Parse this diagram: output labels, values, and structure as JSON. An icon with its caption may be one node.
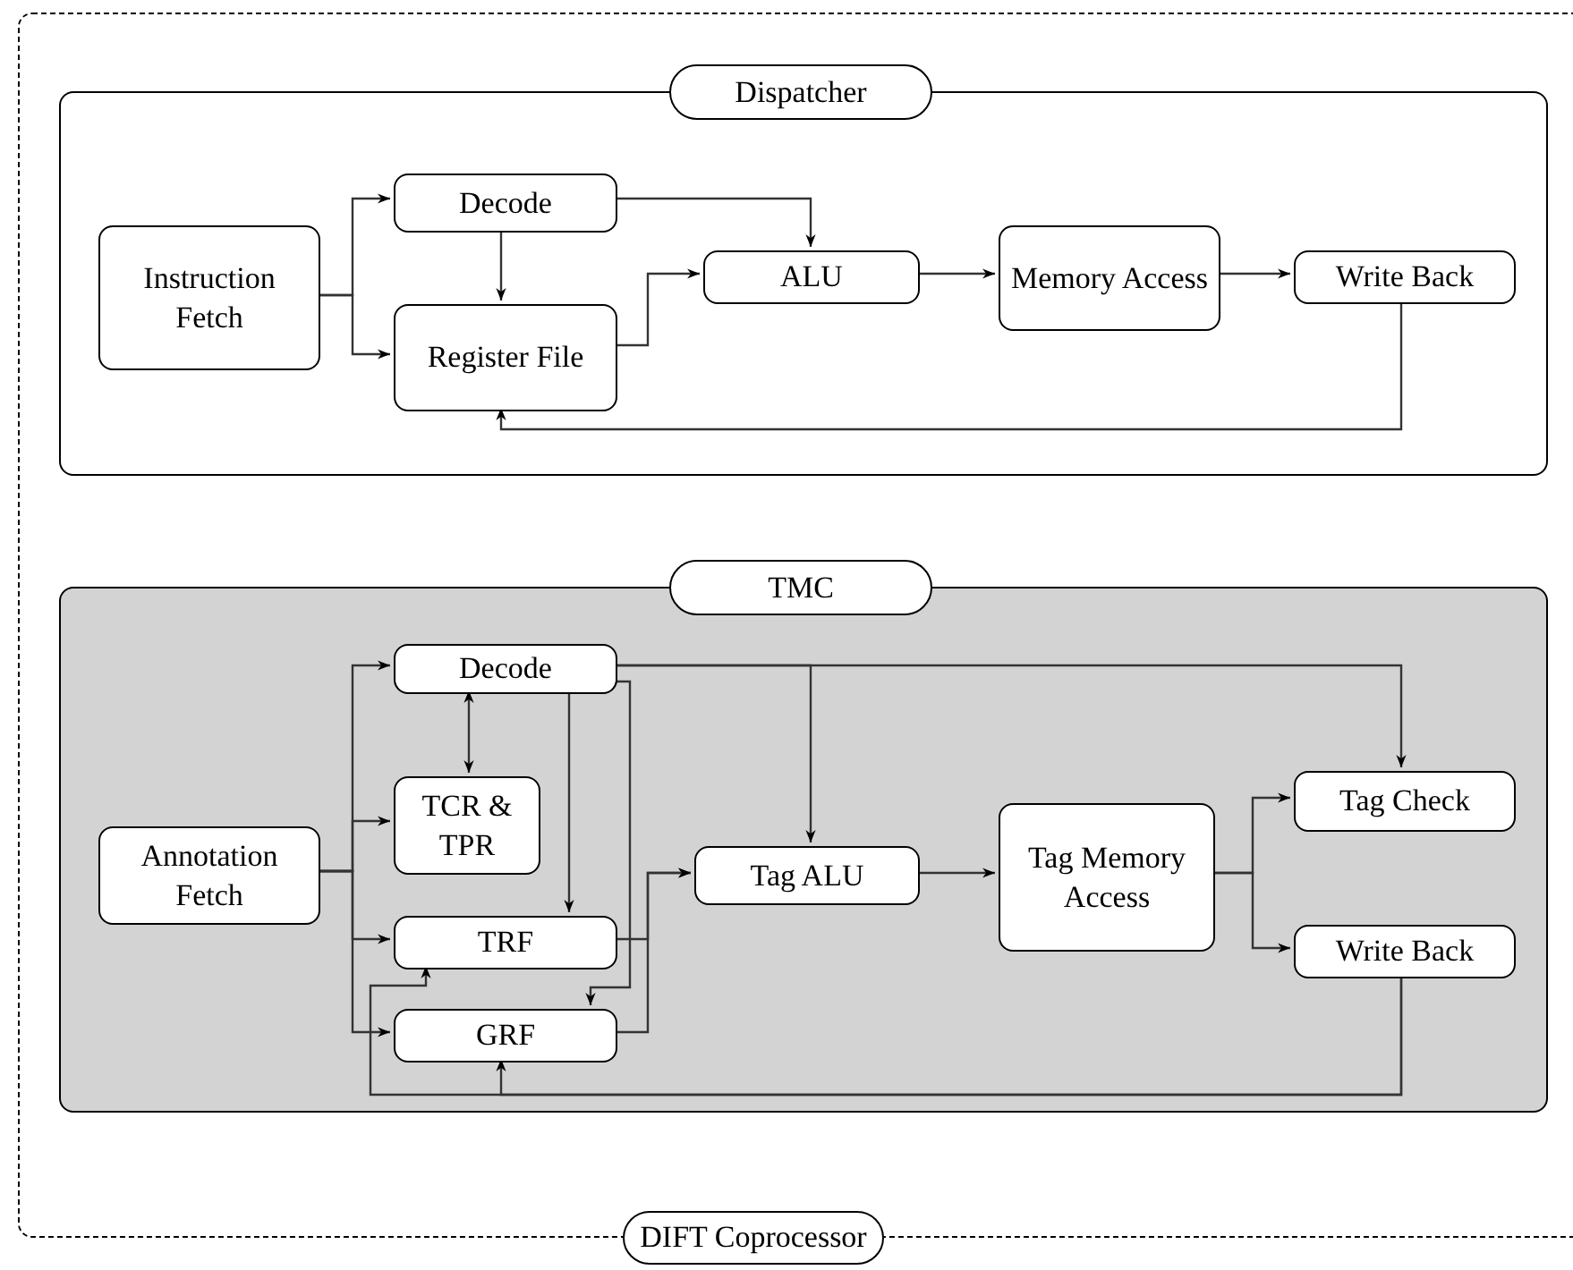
{
  "diagram": {
    "nodes": [
      {
        "text": [],
        "shape": "box"
      },
      {
        "text": [
          "Dispatcher"
        ],
        "in": 0
      },
      {
        "text": [],
        "shape": "box",
        "in": 0
      },
      {
        "text": [
          "Instruction Fetch"
        ],
        "in": 2
      },
      {
        "text": [
          "Decode"
        ],
        "in": 2
      },
      {
        "text": [
          "Register File"
        ],
        "in": 2
      },
      {
        "text": [
          "ALU"
        ],
        "in": 2
      },
      {
        "text": [
          "Memory Access"
        ],
        "in": 2
      },
      {
        "text": [
          "Write Back"
        ],
        "in": 2
      },
      {
        "text": [
          "TMC"
        ],
        "in": 0
      },
      {
        "text": [],
        "shape": "box",
        "in": 0
      },
      {
        "text": [
          "Annotation Fetch"
        ],
        "in": 10
      },
      {
        "text": [
          "Decode"
        ],
        "in": 10
      },
      {
        "text": [
          "TCR & TPR"
        ],
        "in": 10
      },
      {
        "text": [
          "TRF"
        ],
        "in": 10
      },
      {
        "text": [
          "GRF"
        ],
        "in": 10
      },
      {
        "text": [
          "Tag ALU"
        ],
        "in": 10
      },
      {
        "text": [
          "Tag Memory Access"
        ],
        "in": 10
      },
      {
        "text": [
          "Tag Check"
        ],
        "in": 10
      },
      {
        "text": [
          "Write Back"
        ],
        "in": 10
      },
      {
        "text": [
          "DIFT Coprocessor"
        ]
      }
    ],
    "edges": [
      {
        "from": 3,
        "to": 4,
        "arrow": "to"
      },
      {
        "from": 3,
        "to": 5,
        "arrow": "to"
      },
      {
        "from": 4,
        "to": 5,
        "arrow": "to"
      },
      {
        "from": 4,
        "to": 6,
        "arrow": "to"
      },
      {
        "from": 5,
        "to": 6,
        "arrow": "to"
      },
      {
        "from": 6,
        "to": 7,
        "arrow": "to"
      },
      {
        "from": 7,
        "to": 8,
        "arrow": "to"
      },
      {
        "from": 8,
        "to": 5,
        "arrow": "to"
      },
      {
        "from": 11,
        "to": 12,
        "arrow": "to"
      },
      {
        "from": 11,
        "to": 13,
        "arrow": "to"
      },
      {
        "from": 11,
        "to": 14,
        "arrow": "to"
      },
      {
        "from": 11,
        "to": 15,
        "arrow": "to"
      },
      {
        "from": 12,
        "to": 13,
        "arrow": "both"
      },
      {
        "from": 12,
        "to": 14,
        "arrow": "to"
      },
      {
        "from": 12,
        "to": 15,
        "arrow": "to"
      },
      {
        "from": 12,
        "to": 16,
        "arrow": "to"
      },
      {
        "from": 12,
        "to": 18,
        "arrow": "to"
      },
      {
        "from": 14,
        "to": 16,
        "arrow": "to"
      },
      {
        "from": 15,
        "to": 16,
        "arrow": "to"
      },
      {
        "from": 16,
        "to": 17,
        "arrow": "to"
      },
      {
        "from": 17,
        "to": 18,
        "arrow": "to"
      },
      {
        "from": 17,
        "to": 19,
        "arrow": "to"
      },
      {
        "from": 19,
        "to": 14,
        "arrow": "to"
      },
      {
        "from": 19,
        "to": 15,
        "arrow": "to"
      }
    ]
  }
}
